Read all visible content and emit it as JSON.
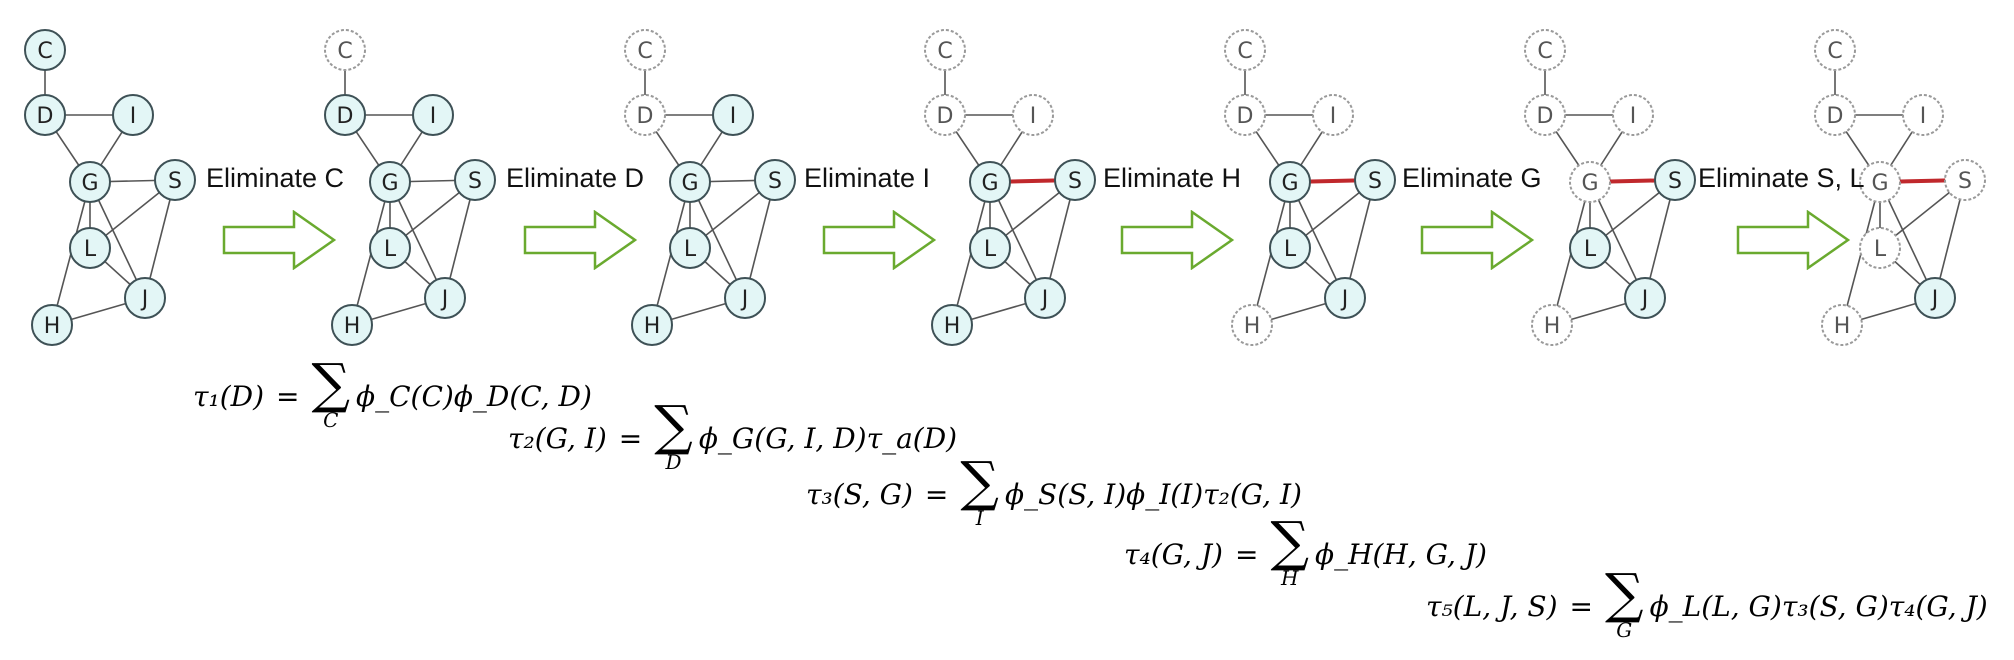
{
  "colors": {
    "node_fill_active": "#e3f6f6",
    "node_stroke_active": "#3e5156",
    "node_fill_eliminated": "#ffffff",
    "node_stroke_eliminated": "#9a9a9a",
    "edge": "#555555",
    "fill_edge": "#c0282c",
    "arrow_stroke": "#6aaa2f"
  },
  "graphs": [
    {
      "eliminated": [],
      "fill_edges": [],
      "nodes": [
        "C",
        "D",
        "I",
        "G",
        "S",
        "L",
        "J",
        "H"
      ]
    },
    {
      "eliminated": [
        "C"
      ],
      "fill_edges": [],
      "nodes": [
        "C",
        "D",
        "I",
        "G",
        "S",
        "L",
        "J",
        "H"
      ]
    },
    {
      "eliminated": [
        "C",
        "D"
      ],
      "fill_edges": [],
      "nodes": [
        "C",
        "D",
        "I",
        "G",
        "S",
        "L",
        "J",
        "H"
      ]
    },
    {
      "eliminated": [
        "C",
        "D",
        "I"
      ],
      "fill_edges": [
        [
          "G",
          "S"
        ]
      ],
      "nodes": [
        "C",
        "D",
        "I",
        "G",
        "S",
        "L",
        "J",
        "H"
      ]
    },
    {
      "eliminated": [
        "C",
        "D",
        "I",
        "H"
      ],
      "fill_edges": [
        [
          "G",
          "S"
        ]
      ],
      "nodes": [
        "C",
        "D",
        "I",
        "G",
        "S",
        "L",
        "J",
        "H"
      ]
    },
    {
      "eliminated": [
        "C",
        "D",
        "I",
        "H",
        "G"
      ],
      "fill_edges": [
        [
          "G",
          "S"
        ]
      ],
      "nodes": [
        "C",
        "D",
        "I",
        "G",
        "S",
        "L",
        "J",
        "H"
      ]
    },
    {
      "eliminated": [
        "C",
        "D",
        "I",
        "H",
        "G",
        "S",
        "L"
      ],
      "fill_edges": [
        [
          "G",
          "S"
        ]
      ],
      "nodes": [
        "C",
        "D",
        "I",
        "G",
        "S",
        "L",
        "J",
        "H"
      ]
    }
  ],
  "edges": [
    [
      "C",
      "D"
    ],
    [
      "D",
      "I"
    ],
    [
      "D",
      "G"
    ],
    [
      "I",
      "G"
    ],
    [
      "G",
      "S"
    ],
    [
      "G",
      "L"
    ],
    [
      "G",
      "J"
    ],
    [
      "G",
      "H"
    ],
    [
      "S",
      "L"
    ],
    [
      "S",
      "J"
    ],
    [
      "L",
      "J"
    ],
    [
      "H",
      "J"
    ]
  ],
  "steps": [
    {
      "label": "Eliminate C"
    },
    {
      "label": "Eliminate D"
    },
    {
      "label": "Eliminate I"
    },
    {
      "label": "Eliminate H"
    },
    {
      "label": "Eliminate G"
    },
    {
      "label": "Eliminate S, L"
    }
  ],
  "formulas": [
    {
      "lhs": "τ₁(D)",
      "eq": "=",
      "sum_sub": "C",
      "rhs": "ϕ_C(C)ϕ_D(C, D)"
    },
    {
      "lhs": "τ₂(G, I)",
      "eq": "=",
      "sum_sub": "D",
      "rhs": "ϕ_G(G, I, D)τ_a(D)"
    },
    {
      "lhs": "τ₃(S, G)",
      "eq": "=",
      "sum_sub": "I",
      "rhs": "ϕ_S(S, I)ϕ_I(I)τ₂(G, I)"
    },
    {
      "lhs": "τ₄(G, J)",
      "eq": "=",
      "sum_sub": "H",
      "rhs": "ϕ_H(H, G, J)"
    },
    {
      "lhs": "τ₅(L, J, S)",
      "eq": "=",
      "sum_sub": "G",
      "rhs": "ϕ_L(L, G)τ₃(S, G)τ₄(G, J)"
    }
  ]
}
